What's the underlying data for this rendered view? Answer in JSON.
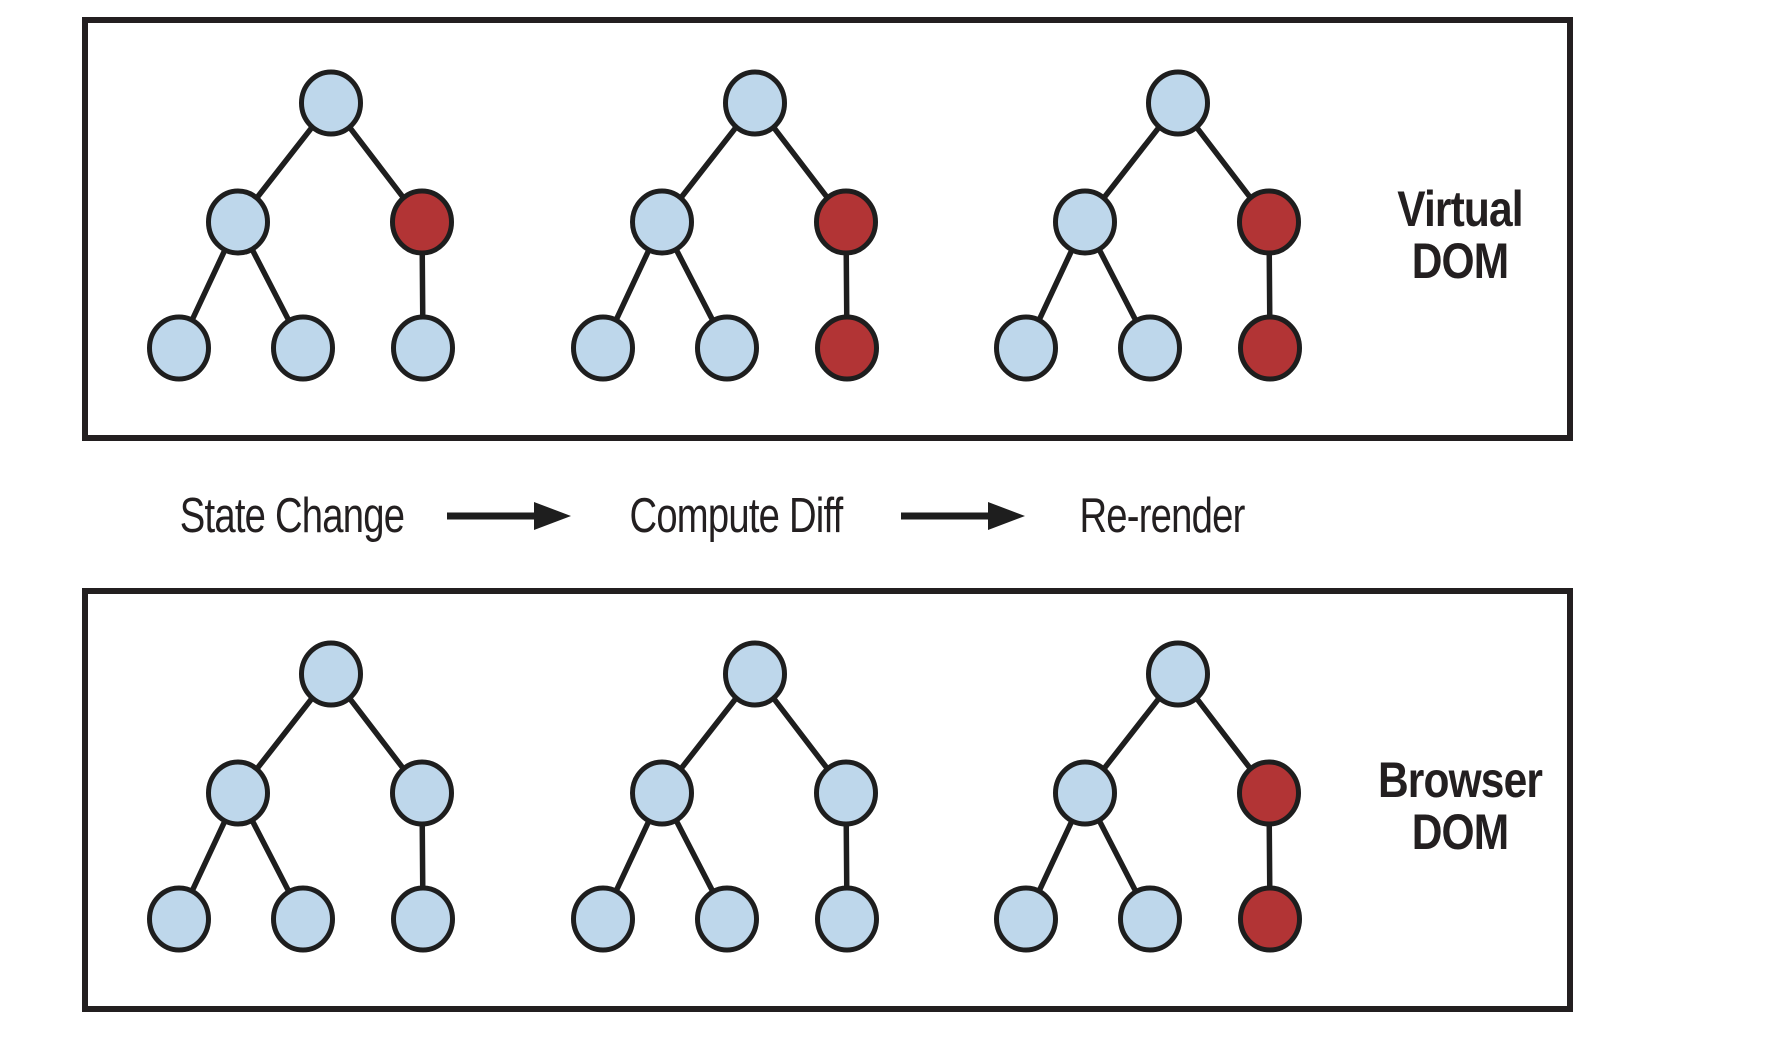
{
  "figure": {
    "background": "#FFFFFF",
    "panel_border_color": "#231F20",
    "edge_color": "#1E1E1E",
    "node_stroke_color": "#1E1E1E",
    "node_colors": {
      "blue": "#BED7EB",
      "red": "#B23435"
    },
    "text_color": "#231F20"
  },
  "panels": [
    {
      "name": "virtual-dom",
      "label_lines": [
        "Virtual",
        "DOM"
      ],
      "trees": [
        {
          "nodes": [
            "blue",
            "blue",
            "red",
            "blue",
            "blue",
            "blue"
          ]
        },
        {
          "nodes": [
            "blue",
            "blue",
            "red",
            "blue",
            "blue",
            "red"
          ]
        },
        {
          "nodes": [
            "blue",
            "blue",
            "red",
            "blue",
            "blue",
            "red"
          ]
        }
      ]
    },
    {
      "name": "browser-dom",
      "label_lines": [
        "Browser",
        "DOM"
      ],
      "trees": [
        {
          "nodes": [
            "blue",
            "blue",
            "blue",
            "blue",
            "blue",
            "blue"
          ]
        },
        {
          "nodes": [
            "blue",
            "blue",
            "blue",
            "blue",
            "blue",
            "blue"
          ]
        },
        {
          "nodes": [
            "blue",
            "blue",
            "red",
            "blue",
            "blue",
            "red"
          ]
        }
      ]
    }
  ],
  "process_row": {
    "steps": [
      "State Change",
      "Compute Diff",
      "Re-render"
    ]
  }
}
